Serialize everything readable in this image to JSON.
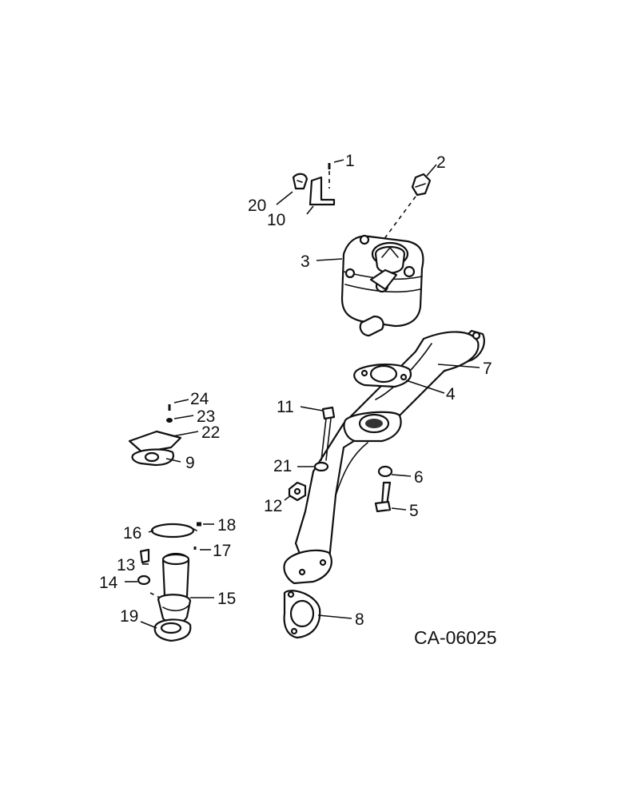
{
  "drawing_code": "CA-06025",
  "callouts": [
    {
      "id": "c1",
      "number": "1"
    },
    {
      "id": "c2",
      "number": "2"
    },
    {
      "id": "c3",
      "number": "3"
    },
    {
      "id": "c4",
      "number": "4"
    },
    {
      "id": "c5",
      "number": "5"
    },
    {
      "id": "c6",
      "number": "6"
    },
    {
      "id": "c7",
      "number": "7"
    },
    {
      "id": "c8",
      "number": "8"
    },
    {
      "id": "c9",
      "number": "9"
    },
    {
      "id": "c10",
      "number": "10"
    },
    {
      "id": "c11",
      "number": "11"
    },
    {
      "id": "c12",
      "number": "12"
    },
    {
      "id": "c13",
      "number": "13"
    },
    {
      "id": "c14",
      "number": "14"
    },
    {
      "id": "c15",
      "number": "15"
    },
    {
      "id": "c16",
      "number": "16"
    },
    {
      "id": "c17",
      "number": "17"
    },
    {
      "id": "c18",
      "number": "18"
    },
    {
      "id": "c19",
      "number": "19"
    },
    {
      "id": "c20",
      "number": "20"
    },
    {
      "id": "c21",
      "number": "21"
    },
    {
      "id": "c22",
      "number": "22"
    },
    {
      "id": "c23",
      "number": "23"
    },
    {
      "id": "c24",
      "number": "24"
    }
  ]
}
